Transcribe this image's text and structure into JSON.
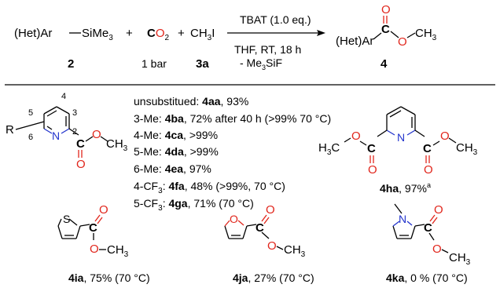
{
  "colors": {
    "oxygen": "#e1261c",
    "nitrogen": "#2233cc",
    "text": "#000000"
  },
  "scheme": {
    "reactant_2": {
      "formula_a": "(Het)Ar",
      "formula_b": "SiMe",
      "formula_sub": "3",
      "label": "2"
    },
    "plus_1": "+",
    "co2": {
      "c": "C",
      "o": "O",
      "sub": "2",
      "pressure": "1 bar"
    },
    "plus_2": "+",
    "mei": {
      "formula": "CH",
      "sub": "3",
      "i": "I",
      "label": "3a"
    },
    "arrow_top": "TBAT (1.0 eq.)",
    "arrow_bottom_1": "THF, RT, 18 h",
    "arrow_bottom_2_a": "- Me",
    "arrow_bottom_2_sub": "3",
    "arrow_bottom_2_b": "SiF",
    "product_4": {
      "ar": "(Het)Ar",
      "c": "C",
      "o_top": "O",
      "o_ester": "O",
      "ch3": "CH",
      "sub": "3",
      "label": "4"
    }
  },
  "pyridine": {
    "r": "R",
    "n": "N",
    "pos2": "2",
    "pos3": "3",
    "pos4": "4",
    "pos5": "5",
    "pos6": "6",
    "c": "C",
    "o1": "O",
    "o2": "O",
    "ch3": "CH",
    "sub": "3"
  },
  "results": [
    {
      "prefix": "unsubstitued: ",
      "cmpd": "4aa",
      "suffix": ", 93%"
    },
    {
      "prefix": "3-Me: ",
      "cmpd": "4ba",
      "suffix": ", 72% after 40 h (>99% 70 °C)"
    },
    {
      "prefix": "4-Me: ",
      "cmpd": "4ca",
      "suffix": ", >99%"
    },
    {
      "prefix": "5-Me: ",
      "cmpd": "4da",
      "suffix": ", >99%"
    },
    {
      "prefix": "6-Me: ",
      "cmpd": "4ea",
      "suffix": ", 97%"
    },
    {
      "prefix": "4-CF",
      "sub": "3",
      "prefix2": ": ",
      "cmpd": "4fa",
      "suffix": ", 48% (>99%, 70 °C)"
    },
    {
      "prefix": "5-CF",
      "sub": "3",
      "prefix2": ": ",
      "cmpd": "4ga",
      "suffix": ", 71% (70 °C)"
    }
  ],
  "diester": {
    "h3c_h": "H",
    "h3c_sub": "3",
    "h3c_c": "C",
    "o_left": "O",
    "c_left": "C",
    "o_left_dbl": "O",
    "n": "N",
    "c_right": "C",
    "o_right_dbl": "O",
    "o_right": "O",
    "ch3": "CH",
    "sub": "3",
    "cmpd": "4ha",
    "yield": ", 97%",
    "note": "a"
  },
  "thiophene": {
    "s": "S",
    "c": "C",
    "o_dbl": "O",
    "o": "O",
    "ch3": "CH",
    "sub": "3",
    "cmpd": "4ia",
    "yield": ", 75% (70 °C)"
  },
  "furan": {
    "o_ring": "O",
    "c": "C",
    "o_dbl": "O",
    "o": "O",
    "ch3": "CH",
    "sub": "3",
    "cmpd": "4ja",
    "yield": ", 27% (70 °C)"
  },
  "pyrrole": {
    "n": "N",
    "c": "C",
    "o_dbl": "O",
    "o": "O",
    "ch3": "CH",
    "sub": "3",
    "cmpd": "4ka",
    "yield": ", 0 % (70 °C)"
  }
}
